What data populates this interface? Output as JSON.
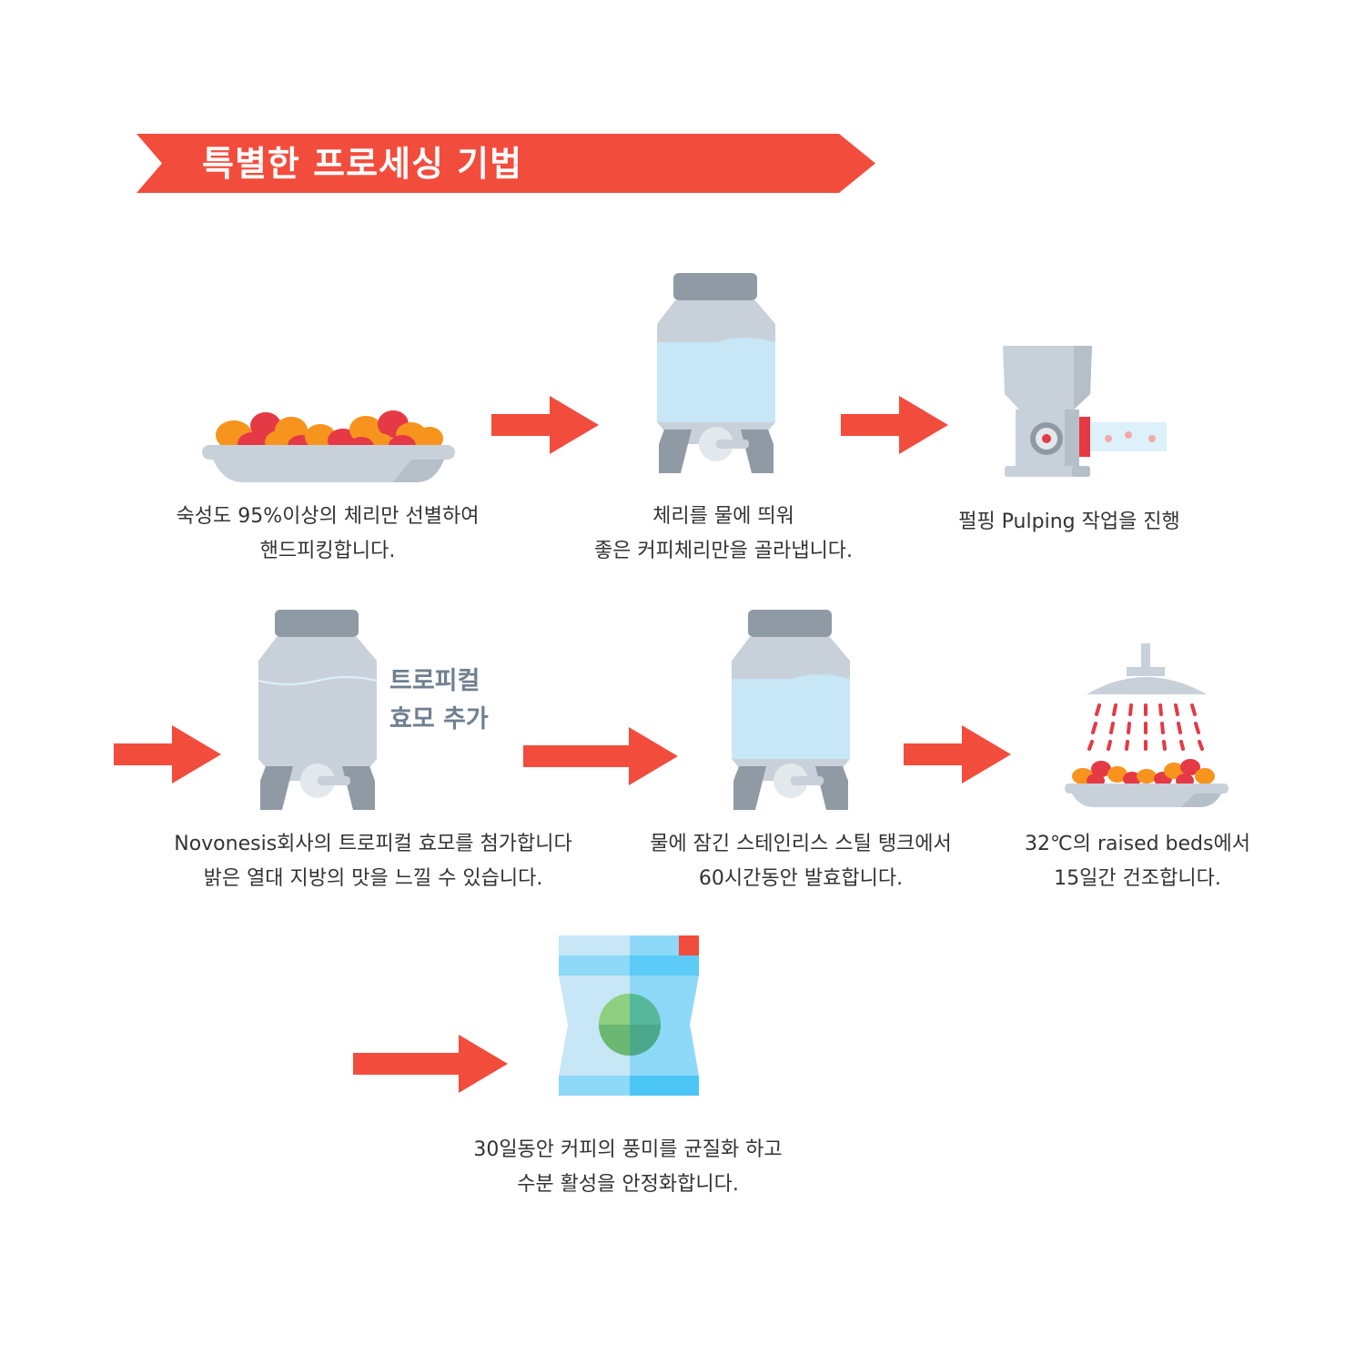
{
  "header": {
    "title": "특별한 프로세싱 기법"
  },
  "steps": [
    {
      "icon": "cherry-tray-icon",
      "lines": [
        "숙성도 95%이상의 체리만 선별하여",
        "핸드피킹합니다."
      ]
    },
    {
      "icon": "water-tank-icon",
      "lines": [
        "체리를 물에 띄워",
        "좋은 커피체리만을 골라냅니다."
      ]
    },
    {
      "icon": "pulper-machine-icon",
      "lines": [
        "펄핑 Pulping 작업을 진행"
      ]
    },
    {
      "icon": "yeast-tank-icon",
      "tag": [
        "트로피컬",
        "효모 추가"
      ],
      "lines": [
        "Novonesis회사의 트로피컬 효모를 첨가합니다",
        "밝은 열대 지방의 맛을 느낄 수 있습니다."
      ]
    },
    {
      "icon": "fermentation-tank-icon",
      "lines": [
        "물에 잠긴 스테인리스 스틸 탱크에서",
        "60시간동안 발효합니다."
      ]
    },
    {
      "icon": "drying-bed-icon",
      "lines": [
        "32℃의 raised beds에서",
        "15일간 건조합니다."
      ]
    },
    {
      "icon": "coffee-bag-icon",
      "lines": [
        "30일동안 커피의 풍미를 균질화 하고",
        "수분 활성을 안정화합니다."
      ]
    }
  ],
  "colors": {
    "accent": "#F24C3D",
    "metal_dark": "#8F9AA5",
    "metal_light": "#C8D1D9",
    "water": "#C7E6F6",
    "cherry_red": "#E63946",
    "cherry_orange": "#F7941D"
  }
}
